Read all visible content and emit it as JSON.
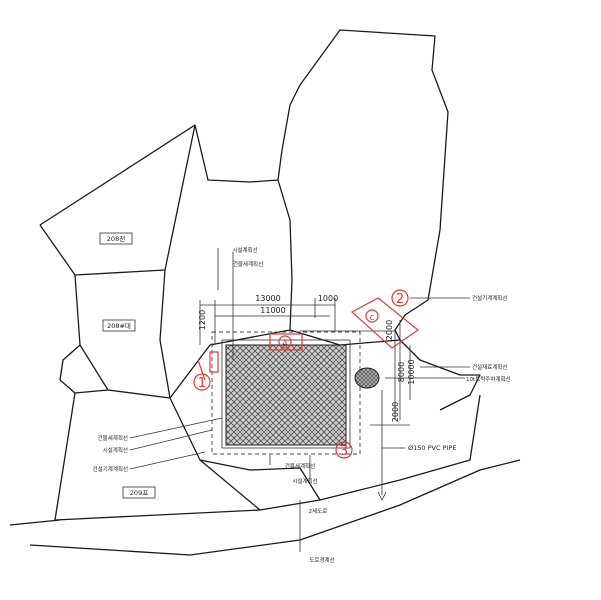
{
  "lots": {
    "lot_a": "208전",
    "lot_b": "208#대",
    "lot_c": "209포"
  },
  "dimensions": {
    "d13000": "13000",
    "d11000": "11000",
    "d1000": "1000",
    "d1200": "1200",
    "d2000": "2000",
    "d8000": "8000",
    "d10000": "10000",
    "d2000b": "2000"
  },
  "markers": {
    "m1": "1",
    "m2": "2",
    "m3": "3",
    "m4": "4",
    "mc": "c"
  },
  "labels": {
    "top_1": "시설계획선",
    "top_2": "건물세계획선",
    "right_1": "건설기계계획선",
    "right_2": "건설재료계획선",
    "right_3": "10t트럭주차계획선",
    "pipe": "Ø150 PVC PIPE",
    "left_1": "건물세계획선",
    "left_2": "시설계획선",
    "left_3": "건설기계계획선",
    "bottom_1": "건물세계획선",
    "bottom_2": "시설계획선",
    "road": "2세도로",
    "bottom_3": "도로경계선"
  }
}
